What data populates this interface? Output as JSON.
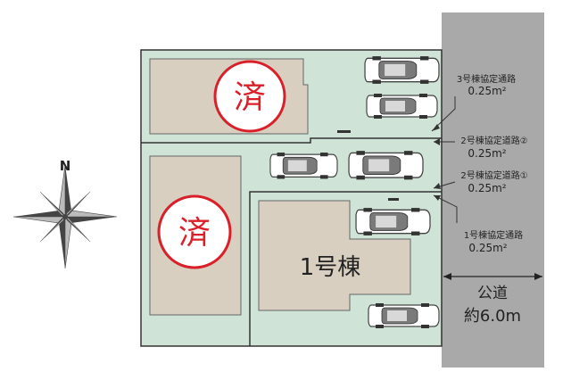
{
  "compass": {
    "north_label": "N"
  },
  "lots": {
    "lot_a_stamp": "済",
    "lot_b_stamp": "済",
    "lot_1_label": "1号棟"
  },
  "road": {
    "name": "公道",
    "width": "約6.0m"
  },
  "easements": [
    {
      "name": "3号棟協定通路",
      "area": "0.25m²"
    },
    {
      "name": "2号棟協定道路②",
      "area": "0.25m²"
    },
    {
      "name": "2号棟協定道路①",
      "area": "0.25m²"
    },
    {
      "name": "1号棟協定通路",
      "area": "0.25m²"
    }
  ],
  "colors": {
    "site_green": "#cfe3d6",
    "building_beige": "#d8cfc0",
    "road_gray": "#a9a9a9",
    "stamp_red": "#d9202a"
  }
}
